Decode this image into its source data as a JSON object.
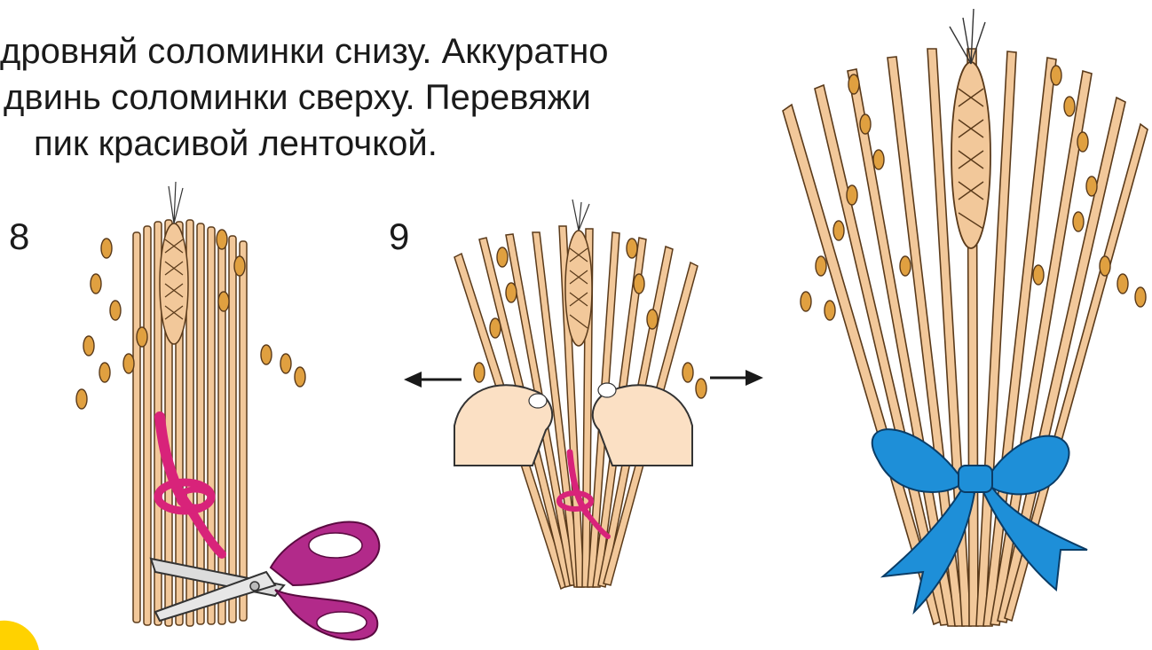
{
  "instruction": {
    "lines": [
      "дровняй соломинки снизу. Аккуратно",
      "двинь соломинки сверху. Перевяжи",
      "пик красивой ленточкой."
    ]
  },
  "steps": [
    {
      "number": "8"
    },
    {
      "number": "9"
    }
  ],
  "colors": {
    "straw": "#f2c89a",
    "straw_stroke": "#5a3a1a",
    "grain": "#e0a040",
    "string": "#d8237a",
    "scissors_handle": "#b22a8a",
    "ribbon": "#1e8fd8",
    "hand": "#fbe0c4",
    "yellow_badge": "#ffd200"
  },
  "icons": [
    "scissors-icon",
    "arrow-left-icon",
    "arrow-right-icon",
    "ribbon-bow-icon"
  ]
}
